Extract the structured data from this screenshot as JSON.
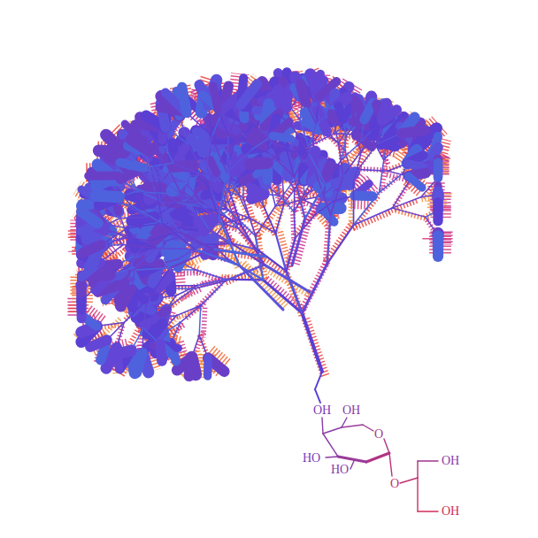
{
  "diagram": {
    "labels": [
      "OH",
      "OH",
      "O",
      "HO",
      "HO",
      "O",
      "OH",
      "OH"
    ]
  }
}
